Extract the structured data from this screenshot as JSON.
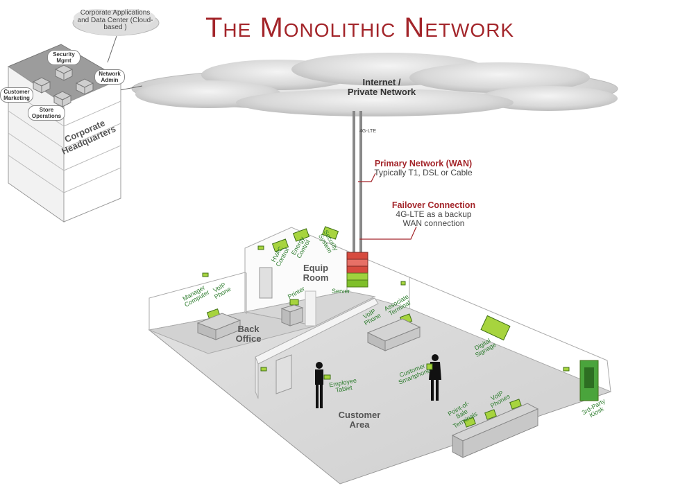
{
  "title": "The Monolithic Network",
  "cloud_top": {
    "label": "Corporate Applications and Data Center (Cloud-based )"
  },
  "cloud_main": {
    "line1": "Internet /",
    "line2": "Private Network"
  },
  "hq": {
    "label": "Corporate Headquarters",
    "badges": {
      "security": "Security Mgmt",
      "network": "Network Admin",
      "marketing": "Customer Marketing",
      "operations": "Store Operations"
    }
  },
  "link_label": "4G-LTE",
  "primary": {
    "title": "Primary Network (WAN)",
    "sub": "Typically T1, DSL or Cable"
  },
  "failover": {
    "title": "Failover Connection",
    "sub1": "4G-LTE as a backup",
    "sub2": "WAN connection"
  },
  "rooms": {
    "equip": "Equip Room",
    "back": "Back Office",
    "customer": "Customer Area"
  },
  "devices": {
    "hvac": "HVAC Control",
    "energy": "Energy Control",
    "security": "Security System",
    "server": "Server",
    "manager": "Manager Computer",
    "voip_back": "VoIP Phone",
    "printer": "Printer",
    "voip_assoc": "VoIP Phone",
    "assoc_terminal": "Associate Terminal",
    "signage": "Digital Signage",
    "smartphone": "Customer Smartphone",
    "tablet": "Employee Tablet",
    "pos": "Point-of-Sale Terminals",
    "voip_pos": "VoIP Phones",
    "kiosk": "3rd-Party Kiosk"
  },
  "colors": {
    "title": "#a3252a",
    "device": "#2f7d2f",
    "accent_red": "#a3252a"
  }
}
